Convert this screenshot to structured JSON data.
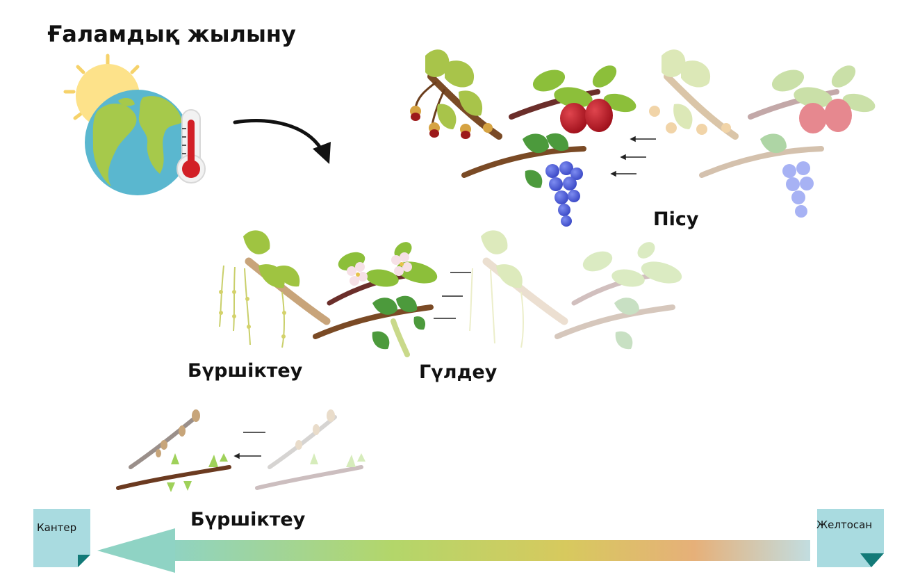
{
  "title": "Ғаламдық жылыну",
  "stages": {
    "ripening": "Пісу",
    "leafing": "Бүршіктеу",
    "flowering": "Гүлдеу",
    "budding": "Бүршіктеу"
  },
  "timeline": {
    "start_label": "Кантер",
    "end_label": "Желтосан"
  },
  "icons": [
    "sun-icon",
    "earth-icon",
    "thermometer-icon",
    "curved-arrow-icon"
  ],
  "colors": {
    "arrow_start": "#8fd3c4",
    "arrow_mid": "#b3d66a",
    "arrow_warm": "#e6b079",
    "arrow_end": "#c2dde0",
    "note": "#a9dbe0",
    "note_fold": "#137a78",
    "thermometer_red": "#d22027"
  }
}
